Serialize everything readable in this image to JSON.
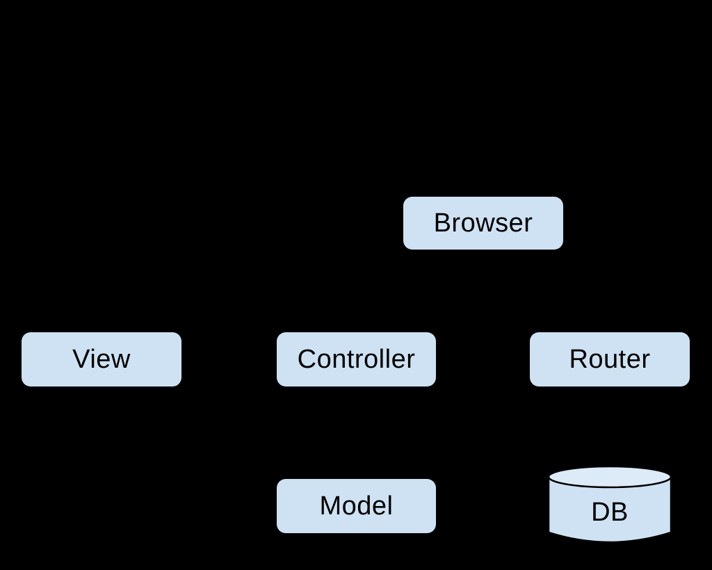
{
  "diagram": {
    "background_color": "#000000",
    "node_fill_color": "#cfe2f3",
    "cylinder_top_fill_color": "#ddeaf7",
    "node_text_color": "#000000",
    "outline_color": "#000000",
    "nodes": {
      "browser": {
        "label": "Browser",
        "shape": "rounded-rect"
      },
      "view": {
        "label": "View",
        "shape": "rounded-rect"
      },
      "controller": {
        "label": "Controller",
        "shape": "rounded-rect"
      },
      "router": {
        "label": "Router",
        "shape": "rounded-rect"
      },
      "model": {
        "label": "Model",
        "shape": "rounded-rect"
      },
      "db": {
        "label": "DB",
        "shape": "cylinder"
      }
    }
  }
}
